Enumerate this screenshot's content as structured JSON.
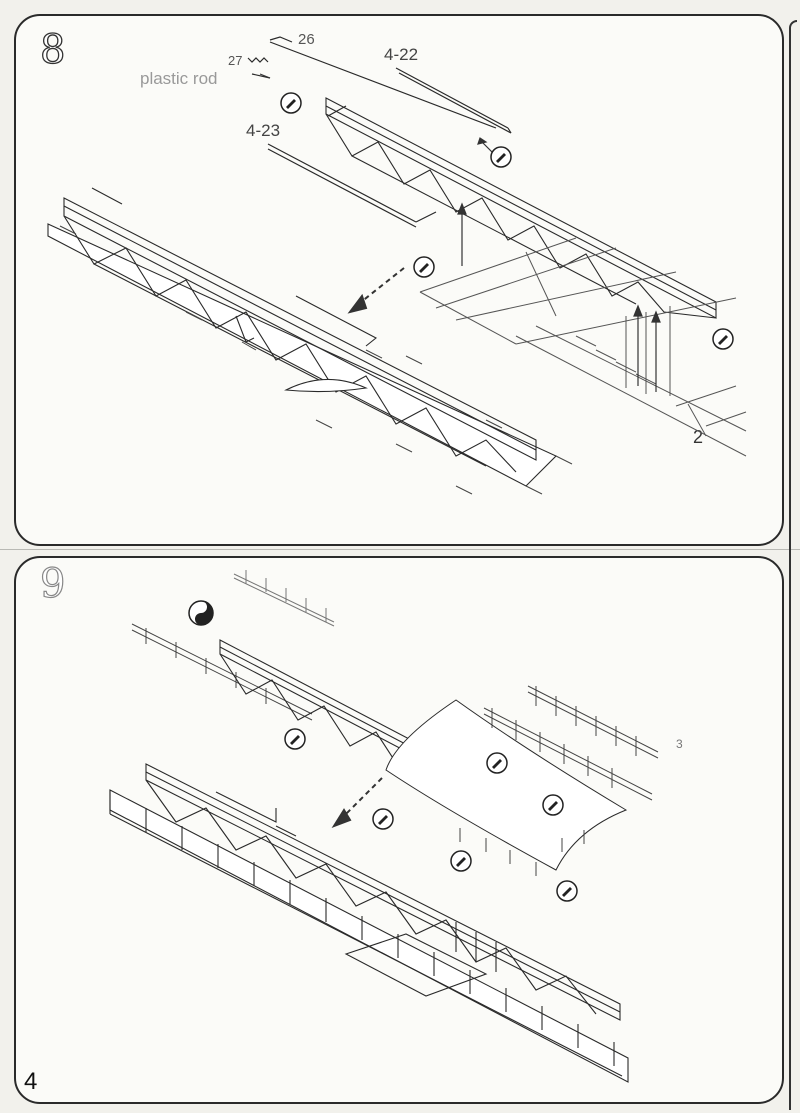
{
  "page": {
    "number": "4"
  },
  "step8": {
    "number": "8",
    "labels": {
      "part_26": "26",
      "part_27": "27",
      "plastic_rod": "plastic rod",
      "part_4_22": "4-22",
      "part_4_23": "4-23",
      "part_2": "2"
    }
  },
  "step9": {
    "number": "9",
    "labels": {
      "part_3": "3"
    }
  },
  "icons": {
    "glue": "glue-icon",
    "mix": "yin-yang-icon"
  },
  "colors": {
    "line": "#2a2a2a",
    "paper": "#fbfbf8"
  }
}
